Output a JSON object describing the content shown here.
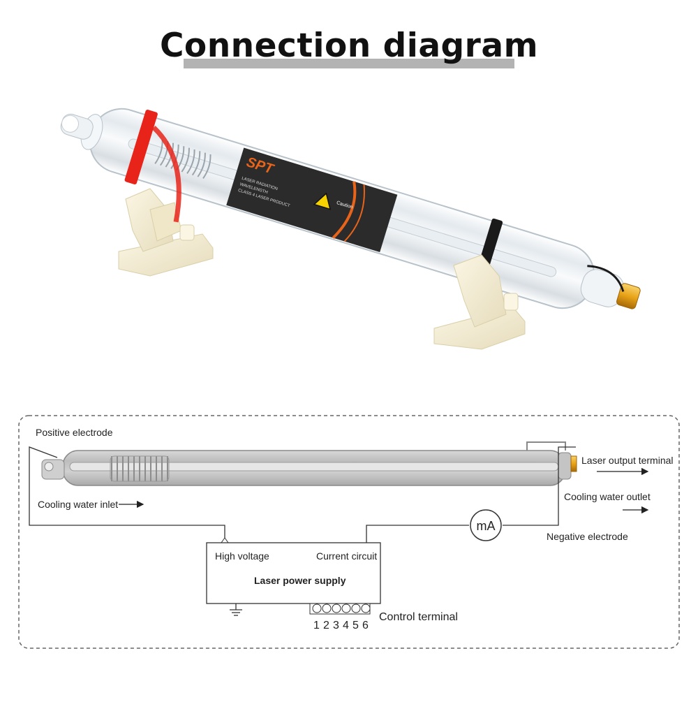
{
  "title": "Connection diagram",
  "product": {
    "label_brand": "SPT",
    "label_caution": "Caution",
    "label_text_lines": [
      "LASER RADIATION",
      "WAVELENGTH",
      "CLASS 4 LASER PRODUCT"
    ]
  },
  "diagram": {
    "positive_electrode": "Positive electrode",
    "cooling_water_inlet": "Cooling water inlet",
    "laser_output_terminal": "Laser output terminal",
    "cooling_water_outlet": "Cooling water outlet",
    "negative_electrode": "Negative electrode",
    "meter": "mA",
    "high_voltage": "High voltage",
    "current_circuit": "Current circuit",
    "power_supply": "Laser power supply",
    "control_terminal": "Control terminal",
    "terminal_numbers": [
      "1",
      "2",
      "3",
      "4",
      "5",
      "6"
    ]
  },
  "colors": {
    "strap_red": "#e8241a",
    "strap_black": "#1a1a1a",
    "stand": "#f3ecd3",
    "fitting_gold": "#e8a317",
    "label_dark": "#2b2b2b",
    "label_orange": "#e8641a"
  }
}
